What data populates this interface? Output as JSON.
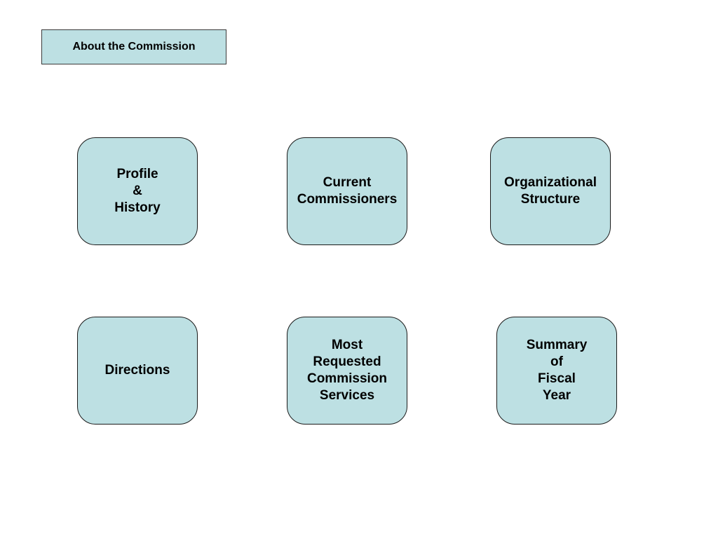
{
  "header": {
    "title": "About the Commission"
  },
  "tiles": [
    {
      "id": "profile-history",
      "label": "Profile\n&\nHistory"
    },
    {
      "id": "current-commissioners",
      "label": "Current\nCommissioners"
    },
    {
      "id": "organizational-structure",
      "label": "Organizational\nStructure"
    },
    {
      "id": "directions",
      "label": "Directions"
    },
    {
      "id": "most-requested-services",
      "label": "Most\nRequested\nCommission\nServices"
    },
    {
      "id": "summary-fiscal-year",
      "label": "Summary\nof\nFiscal\nYear"
    }
  ],
  "colors": {
    "tile_fill": "#bde0e3",
    "border": "#1a1a1a",
    "background": "#ffffff"
  }
}
